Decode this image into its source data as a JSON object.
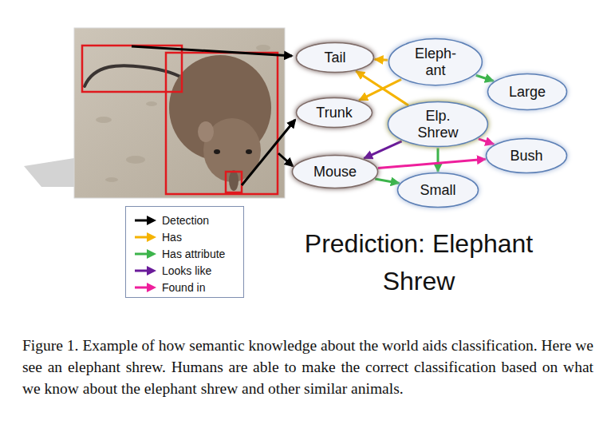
{
  "diagram": {
    "caption": "Figure 1. Example of how semantic knowledge about the world aids classification. Here we see an elephant shrew. Humans are able to make the correct classification based on what we know about the elephant shrew and other similar animals.",
    "nodes": [
      {
        "text": [
          "Tail"
        ]
      },
      {
        "text": [
          "Eleph- ant"
        ]
      },
      {
        "text": [
          "Large"
        ]
      },
      {
        "text": [
          "Trunk"
        ]
      },
      {
        "text": [
          "Elp. Shrew"
        ]
      },
      {
        "text": [
          "Bush"
        ]
      },
      {
        "text": [
          "Mouse"
        ]
      },
      {
        "text": [
          "Small"
        ]
      }
    ],
    "edges": [
      {
        "from": 1,
        "to": 0,
        "arrow": "to"
      },
      {
        "from": 1,
        "to": 3,
        "arrow": "to"
      },
      {
        "from": 4,
        "to": 0,
        "arrow": "to"
      },
      {
        "from": 1,
        "to": 2,
        "arrow": "to"
      },
      {
        "from": 4,
        "to": 6,
        "arrow": "to"
      },
      {
        "from": 4,
        "to": 7,
        "arrow": "to"
      },
      {
        "from": 4,
        "to": 5,
        "arrow": "to"
      },
      {
        "from": 6,
        "to": 7,
        "arrow": "to"
      },
      {
        "from": 6,
        "to": 5,
        "arrow": "to"
      }
    ],
    "labels": [
      "Prediction: Elephant Shrew"
    ],
    "legend": [
      {
        "text": "Detection"
      },
      {
        "text": "Has"
      },
      {
        "text": "Has attribute"
      },
      {
        "text": "Looks like"
      },
      {
        "text": "Found in"
      }
    ]
  }
}
